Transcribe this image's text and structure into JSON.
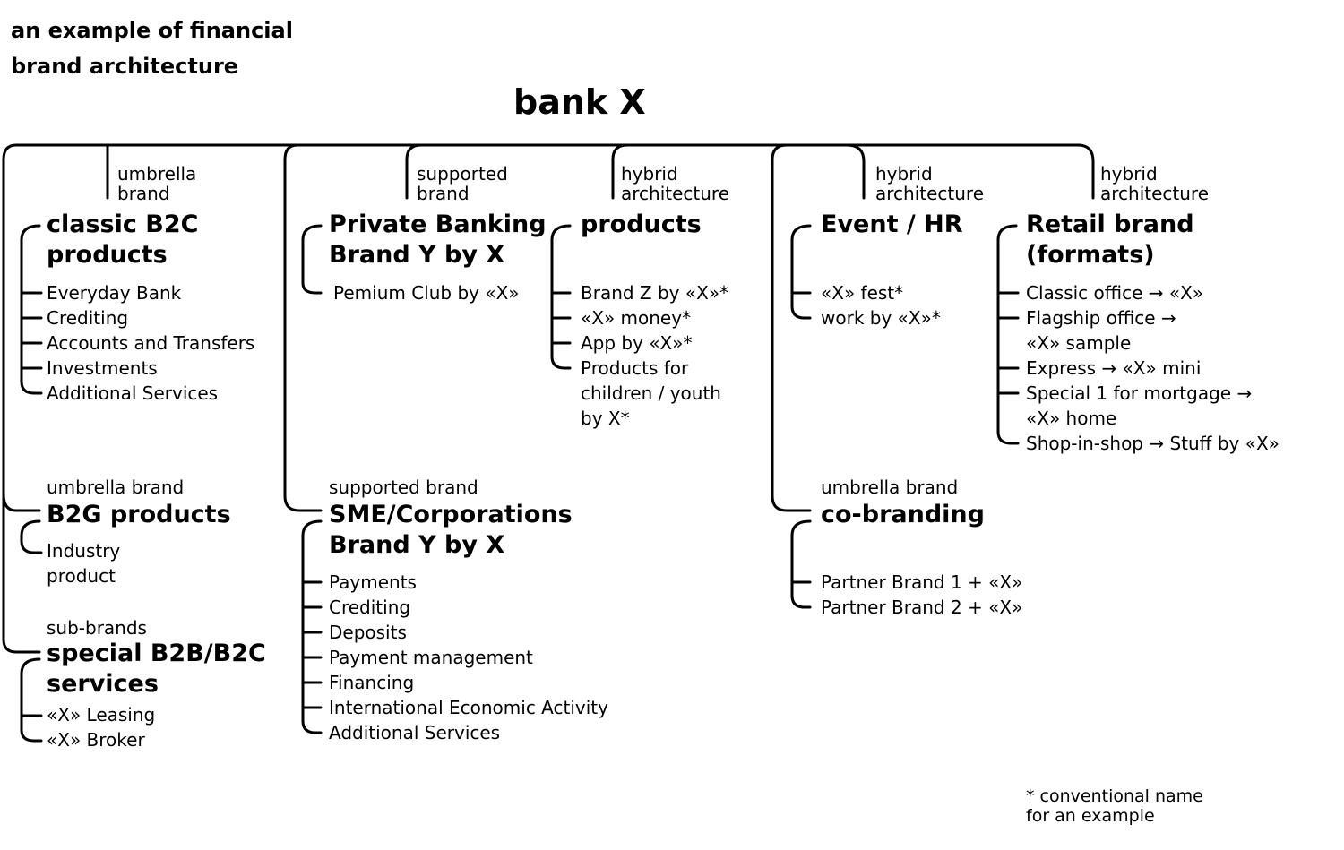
{
  "title": {
    "line1": "an example of financial",
    "line2": "brand architecture"
  },
  "root": "bank X",
  "groups": {
    "classic": {
      "label_line1": "umbrella",
      "label_line2": "brand",
      "heading_line1": "classic B2C",
      "heading_line2": "products",
      "items": [
        "Everyday Bank",
        "Crediting",
        "Accounts and Transfers",
        "Investments",
        "Additional Services"
      ]
    },
    "b2g": {
      "label": "umbrella brand",
      "heading": "B2G products",
      "items": [
        "Industry",
        "product"
      ]
    },
    "special": {
      "label": "sub-brands",
      "heading_line1": "special B2B/B2C",
      "heading_line2": "services",
      "items": [
        "«X» Leasing",
        "«X» Broker"
      ]
    },
    "private": {
      "label_line1": "supported",
      "label_line2": "brand",
      "heading_line1": "Private Banking",
      "heading_line2": "Brand Y by X",
      "items": [
        "Pemium Club by «X»"
      ]
    },
    "products": {
      "label_line1": "hybrid",
      "label_line2": "architecture",
      "heading": "products",
      "items": [
        "Brand Z by «X»*",
        "«X» money*",
        "App by «X»*",
        "Products for",
        "children / youth",
        "by X*"
      ]
    },
    "sme": {
      "label": "supported brand",
      "heading_line1": "SME/Corporations",
      "heading_line2": "Brand Y by X",
      "items": [
        "Payments",
        "Crediting",
        "Deposits",
        "Payment management",
        "Financing",
        "International Economic Activity",
        "Additional Services"
      ]
    },
    "event": {
      "label_line1": "hybrid",
      "label_line2": "architecture",
      "heading": "Event / HR",
      "items": [
        "«X» fest*",
        "work by «X»*"
      ]
    },
    "retail": {
      "label_line1": "hybrid",
      "label_line2": "architecture",
      "heading_line1": "Retail brand",
      "heading_line2": "(formats)",
      "items": [
        "Classic office  → «X»",
        "Flagship office  →",
        "«X» sample",
        "Express → «X» mini",
        "Special 1 for mortgage  →",
        "«X» home",
        "Shop-in-shop → Stuff by «X»"
      ]
    },
    "cobranding": {
      "label": "umbrella brand",
      "heading": "co-branding",
      "items": [
        "Partner Brand 1 + «X»",
        "Partner Brand 2 + «X»"
      ]
    }
  },
  "footnote": {
    "line1": "* conventional name",
    "line2": "for an example"
  }
}
